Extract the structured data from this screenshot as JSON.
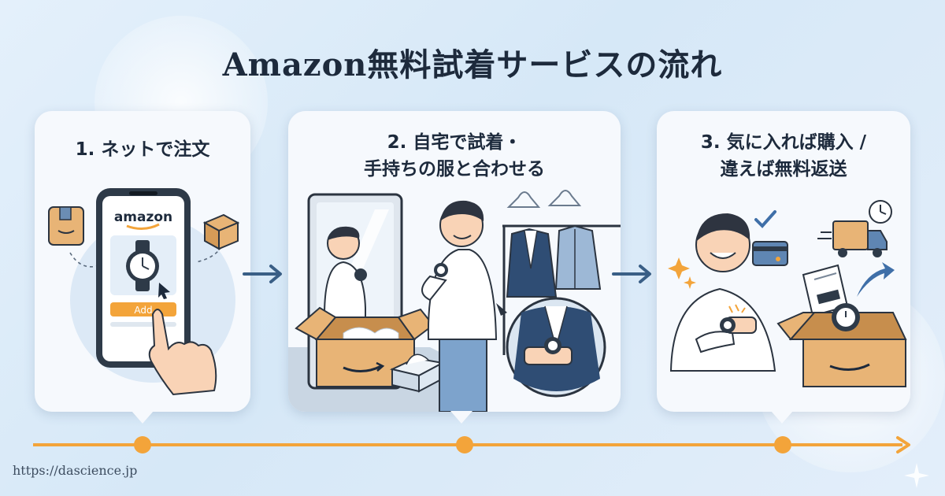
{
  "title": "Amazon無料試着サービスの流れ",
  "steps": [
    {
      "title_lines": [
        "1. ネットで注文"
      ]
    },
    {
      "title_lines": [
        "2. 自宅で試着・",
        "手持ちの服と合わせる"
      ]
    },
    {
      "title_lines": [
        "3. 気に入れば購入 /",
        "違えば無料返送"
      ]
    }
  ],
  "phone": {
    "brand": "amazon",
    "button_label": "Add"
  },
  "footer": {
    "url": "https://dascience.jp"
  },
  "colors": {
    "accent": "#f3a43a",
    "arrow": "#3a5f86",
    "text": "#1d2a3c",
    "card": "#f6f9fd"
  }
}
